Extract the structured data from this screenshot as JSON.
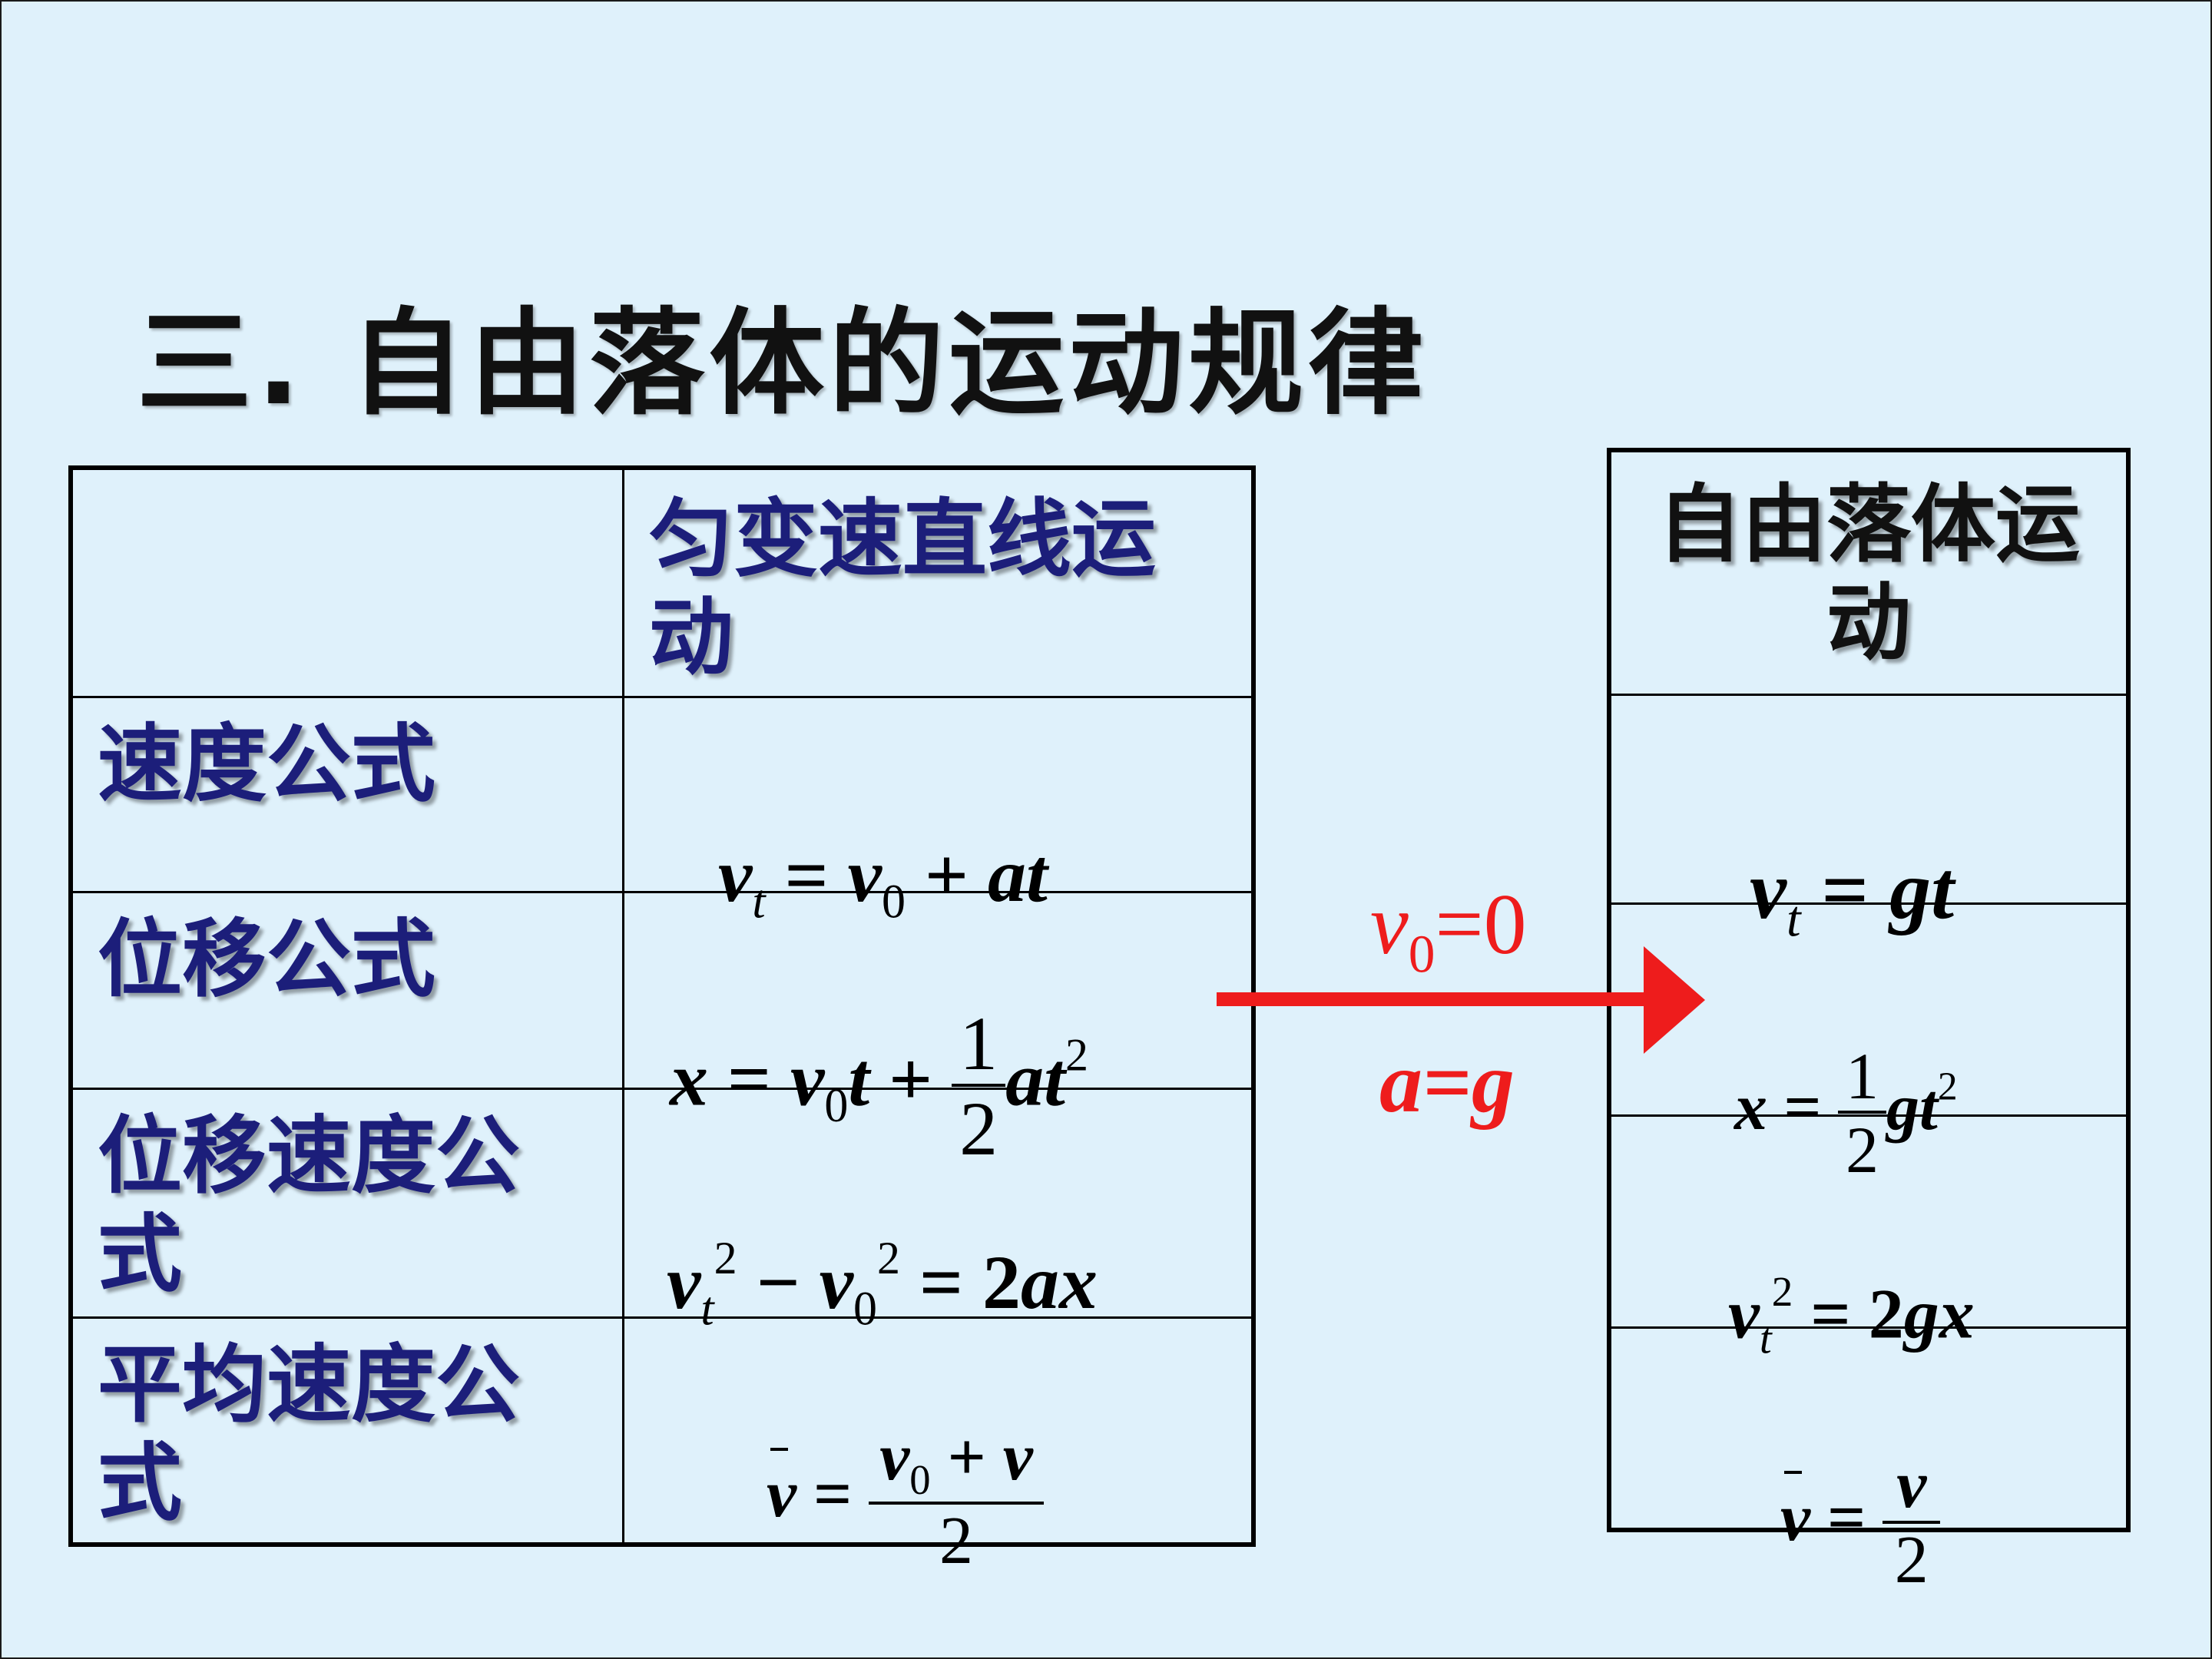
{
  "title": "三.   自由落体的运动规律",
  "left_table": {
    "header": "匀变速直线运动",
    "rows": [
      "速度公式",
      "位移公式",
      "位移速度公式",
      "平均速度公式"
    ]
  },
  "right_table": {
    "header": "自由落体运动"
  },
  "condition": {
    "v0": "v",
    "v0_sub": "0",
    "v0_eq": "=0",
    "a_eq_g": "a=g"
  },
  "left_formulas": {
    "velocity": {
      "lhs": "v",
      "lhs_sub": "t",
      "eq": " = ",
      "v": "v",
      "v_sub": "0",
      "plus": " + ",
      "at": "at"
    },
    "displacement": {
      "x": "x",
      "eq": " = ",
      "v": "v",
      "v_sub": "0",
      "t": "t",
      "plus": " + ",
      "num": "1",
      "den": "2",
      "at": "at",
      "exp": "2"
    },
    "vel_disp": {
      "v": "v",
      "sub_t": "t",
      "exp": "2",
      "minus": " − ",
      "v0": "v",
      "sub_0": "0",
      "exp2": "2",
      "eq": " = 2",
      "ax": "ax"
    },
    "average": {
      "vbar": "v",
      "eq": " = ",
      "num_v": "v",
      "num_sub": "0",
      "num_plus": " + ",
      "num_v2": "v",
      "den": "2"
    }
  },
  "right_formulas": {
    "velocity": {
      "v": "v",
      "sub_t": "t",
      "eq": " = ",
      "gt": "gt"
    },
    "displacement": {
      "x": "x",
      "eq": " = ",
      "num": "1",
      "den": "2",
      "gt": "gt",
      "exp": "2"
    },
    "vel_disp": {
      "v": "v",
      "sub_t": "t",
      "exp": "2",
      "eq": " = 2",
      "gx": "gx"
    },
    "average": {
      "vbar": "v",
      "eq": " = ",
      "num": "v",
      "den": "2"
    }
  }
}
